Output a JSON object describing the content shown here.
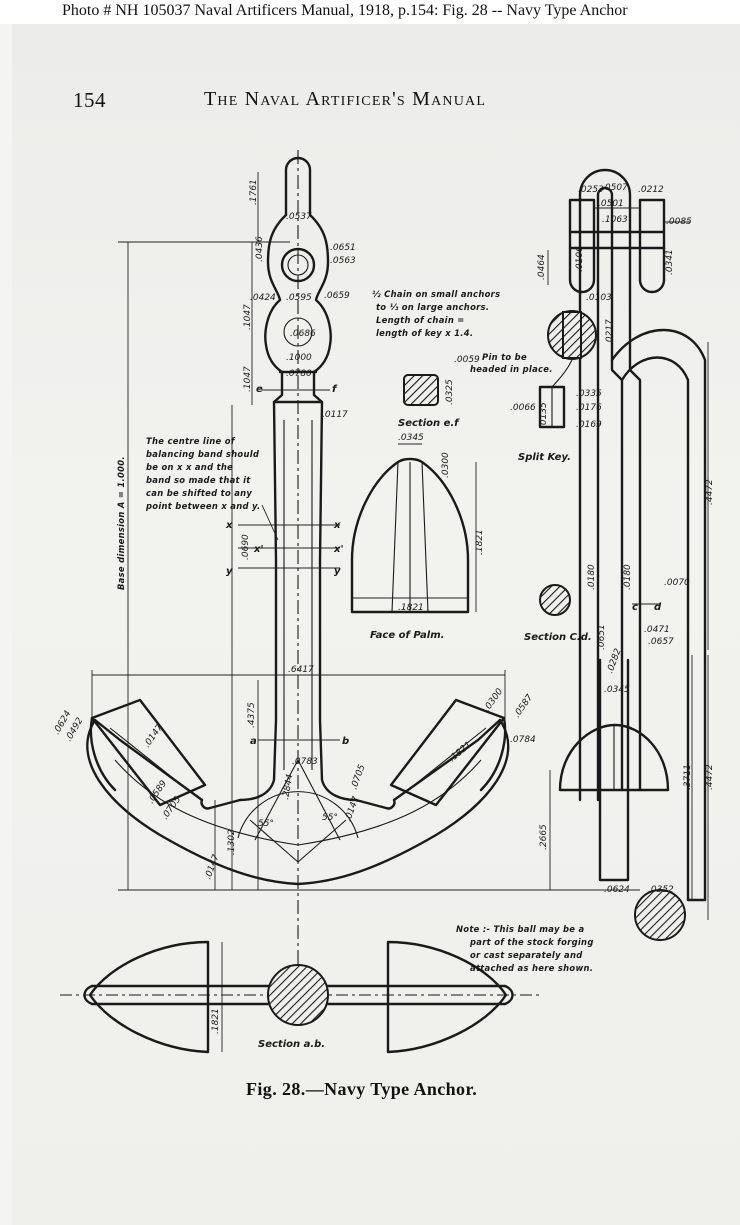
{
  "photo_caption": "Photo #  NH 105037    Naval Artificers Manual, 1918, p.154:   Fig. 28 -- Navy Type Anchor",
  "page": {
    "number": "154",
    "running_head": "The Naval Artificer's Manual",
    "figure_caption": "Fig. 28.—Navy Type Anchor."
  },
  "drawing": {
    "titles": {
      "section_ef": "Section e.f",
      "face_of_palm": "Face of Palm.",
      "section_cd": "Section C.d.",
      "split_key": "Split Key.",
      "section_ab": "Section a.b."
    },
    "notes": {
      "chain": [
        "½ Chain on small anchors",
        "to ⅓ on large anchors.",
        "Length of chain =",
        "length of key x 1.4."
      ],
      "pin": [
        "Pin to be",
        "headed in place."
      ],
      "balancing_band": [
        "The centre line of",
        "balancing band should",
        "be on x x and the",
        "band so made that it",
        "can be shifted to any",
        "point between x and y."
      ],
      "ball": [
        "Note :- This ball may be a",
        "part of the stock forging",
        "or cast separately and",
        "attached as here shown."
      ],
      "base_dimension": "Base dimension A = 1.000."
    },
    "point_labels": {
      "e": "e",
      "f": "f",
      "x": "x",
      "x_prime": "x'",
      "y": "y",
      "a": "a",
      "b": "b",
      "c": "c",
      "d": "d"
    },
    "dimensions": {
      "d1761": ".1761",
      "d0537": ".0537",
      "d0436": ".0436",
      "d0651": ".0651",
      "d0563": ".0563",
      "d0424": ".0424",
      "d0595": ".0595",
      "d0659": ".0659",
      "d1047a": ".1047",
      "d1047b": ".1047",
      "d0686": ".0686",
      "d1000": ".1000",
      "d0780": ".0780",
      "d0117": ".0117",
      "d0345a": ".0345",
      "d0300": ".0300",
      "d0325": ".0325",
      "d1821a": ".1821",
      "d1821b": ".1821",
      "d1821c": ".1821",
      "d1821d": ".1821",
      "d0690": ".0690",
      "d6417": ".6417",
      "d4375": ".4375",
      "d0624a": ".0624",
      "d0492": ".0492",
      "d0147a": ".0147",
      "d0587": ".0587",
      "d0784": ".0784",
      "d0300b": ".0300",
      "d0589": ".0589",
      "d0783": ".0783",
      "d0705a": ".0705",
      "d0705b": ".0705",
      "d2844": ".2844",
      "d1302": ".1302",
      "d0147b": ".0147",
      "d0147c": ".0147",
      "d2665": ".2665",
      "angle55a": "55°",
      "angle55b": "55°",
      "d0253": ".0253",
      "d0212": ".0212",
      "d0507": ".0507",
      "d0501": ".0501",
      "d1063": ".1063",
      "d0085": ".0085",
      "d0464": ".0464",
      "d0106": ".0106",
      "d0341": ".0341",
      "d0103": ".0103",
      "d0217": ".0217",
      "d0059": ".0059",
      "d0335": ".0335",
      "d0176": ".0176",
      "d0066": ".0066",
      "d0135": ".0135",
      "d0169": ".0169",
      "d4472a": ".4472",
      "d4472b": ".4472",
      "d0180a": ".0180",
      "d0180b": ".0180",
      "d0070": ".0070",
      "d0471": ".0471",
      "d0657": ".0657",
      "d0651b": ".0651",
      "d0282": ".0282",
      "d0345b": ".0345",
      "d3711": ".3711",
      "d0624b": ".0624",
      "d0352": ".0352"
    }
  }
}
